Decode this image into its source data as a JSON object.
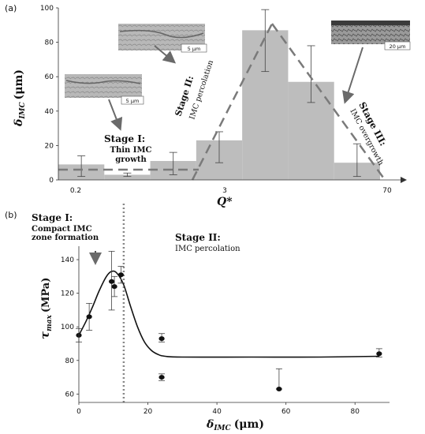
{
  "chart_data": [
    {
      "panel": "(a)",
      "type": "bar",
      "ylabel_main": "δ",
      "ylabel_sub": "IMC",
      "ylabel_unit": "(μm)",
      "xlabel": "Q*",
      "ylim": [
        0,
        100
      ],
      "yticks": [
        "0",
        "20",
        "40",
        "60",
        "80",
        "100"
      ],
      "xticks": [
        "0.2",
        "3",
        "70"
      ],
      "bars": [
        {
          "value": 9,
          "err_low": 2,
          "err_high": 14
        },
        {
          "value": 3,
          "err_low": 2,
          "err_high": 4
        },
        {
          "value": 11,
          "err_low": 3,
          "err_high": 16
        },
        {
          "value": 23,
          "err_low": 10,
          "err_high": 28
        },
        {
          "value": 87,
          "err_low": 63,
          "err_high": 99
        },
        {
          "value": 57,
          "err_low": 45,
          "err_high": 78
        },
        {
          "value": 10,
          "err_low": 2,
          "err_high": 21
        }
      ],
      "annotations": {
        "stage1_title": "Stage I:",
        "stage1_line1": "Thin IMC",
        "stage1_line2": "growth",
        "stage2_title": "Stage II:",
        "stage2_sub": "IMC percolation",
        "stage3_title": "Stage III:",
        "stage3_sub": "IMC overgrowth",
        "scale_small_1": "5 μm",
        "scale_small_2": "5 μm",
        "scale_large": "20 μm"
      }
    },
    {
      "panel": "(b)",
      "type": "scatter",
      "ylabel_main": "τ",
      "ylabel_sub": "max",
      "ylabel_unit": "(MPa)",
      "xlabel_main": "δ",
      "xlabel_sub": "IMC",
      "xlabel_unit": "(μm)",
      "xlim": [
        0,
        90
      ],
      "ylim": [
        55,
        148
      ],
      "xticks": [
        "0",
        "20",
        "40",
        "60",
        "80"
      ],
      "yticks": [
        "60",
        "80",
        "100",
        "120",
        "140"
      ],
      "points": [
        {
          "x": 0,
          "y": 95,
          "err_low": 91,
          "err_high": 99
        },
        {
          "x": 3,
          "y": 106,
          "err_low": 98,
          "err_high": 114
        },
        {
          "x": 9.5,
          "y": 127,
          "err_low": 110,
          "err_high": 145
        },
        {
          "x": 10.3,
          "y": 124,
          "err_low": 118,
          "err_high": 130
        },
        {
          "x": 12.2,
          "y": 131,
          "err_low": 126,
          "err_high": 136
        },
        {
          "x": 24,
          "y": 93,
          "err_low": 91,
          "err_high": 96
        },
        {
          "x": 24,
          "y": 70,
          "err_low": 68,
          "err_high": 72
        },
        {
          "x": 58,
          "y": 63,
          "err_low": 63,
          "err_high": 75
        },
        {
          "x": 87,
          "y": 84,
          "err_low": 82,
          "err_high": 87
        }
      ],
      "fit_curve": [
        [
          0,
          95
        ],
        [
          2,
          103
        ],
        [
          4,
          112
        ],
        [
          6,
          122
        ],
        [
          8,
          130
        ],
        [
          9.5,
          133
        ],
        [
          11,
          132
        ],
        [
          13,
          125
        ],
        [
          15,
          112
        ],
        [
          17,
          100
        ],
        [
          19,
          91
        ],
        [
          21,
          86
        ],
        [
          23,
          83.5
        ],
        [
          25,
          82.5
        ],
        [
          30,
          82
        ],
        [
          50,
          82
        ],
        [
          70,
          82
        ],
        [
          87,
          82.5
        ]
      ],
      "divider_x": 13,
      "annotations": {
        "stage1_title": "Stage I:",
        "stage1_line1": "Compact IMC",
        "stage1_line2": "zone formation",
        "stage2_title": "Stage II:",
        "stage2_sub": "IMC percolation"
      }
    }
  ],
  "colors": {
    "bar": "#bdbdbd",
    "dashed": "#7a7a7a",
    "arrow": "#6a6a6a",
    "dotted_divider": "#888888",
    "point": "#111111"
  }
}
